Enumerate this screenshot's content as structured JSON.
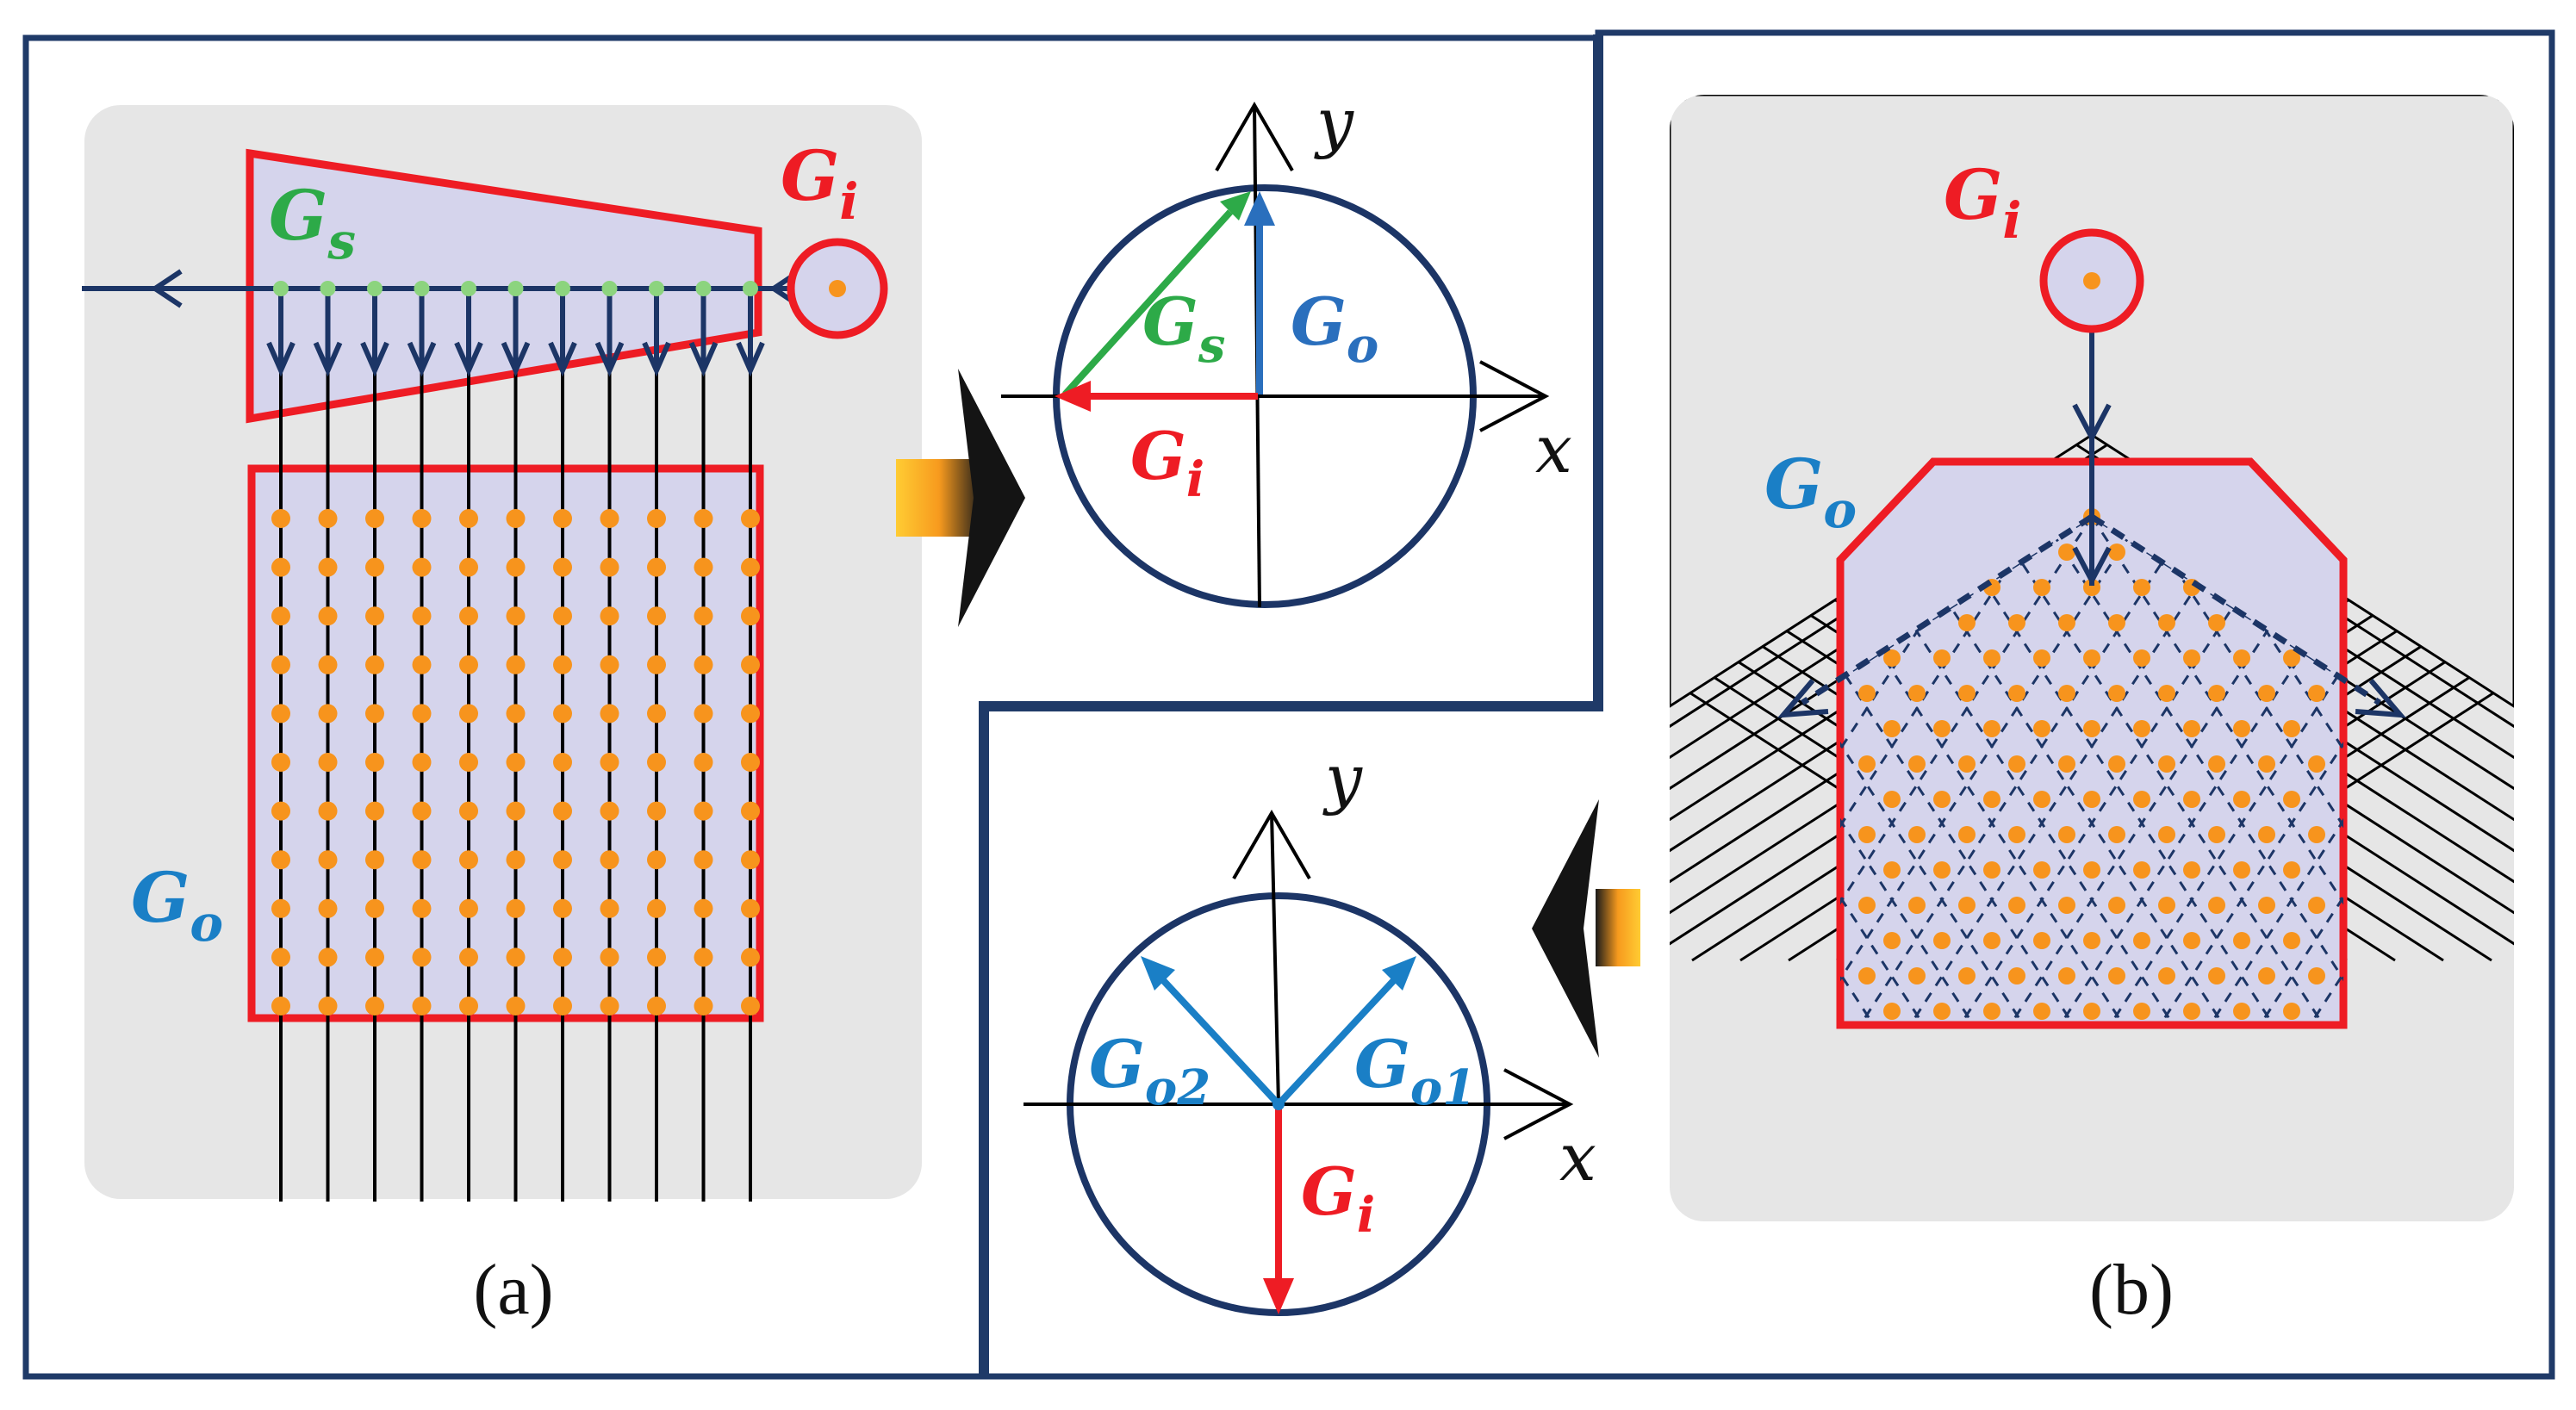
{
  "panel_a": {
    "caption": "(a)",
    "label_gs": {
      "main": "G",
      "sub": "s"
    },
    "label_gi": {
      "main": "G",
      "sub": "i"
    },
    "label_go": {
      "main": "G",
      "sub": "o"
    }
  },
  "panel_b": {
    "caption": "(b)",
    "label_gi": {
      "main": "G",
      "sub": "i"
    },
    "label_go": {
      "main": "G",
      "sub": "o"
    }
  },
  "vector_top": {
    "axis_x": "x",
    "axis_y": "y",
    "label_gs": {
      "main": "G",
      "sub": "s"
    },
    "label_go": {
      "main": "G",
      "sub": "o"
    },
    "label_gi": {
      "main": "G",
      "sub": "i"
    }
  },
  "vector_bottom": {
    "axis_x": "x",
    "axis_y": "y",
    "label_go2": {
      "main": "G",
      "sub": "o2"
    },
    "label_go1": {
      "main": "G",
      "sub": "o1"
    },
    "label_gi": {
      "main": "G",
      "sub": "i"
    }
  },
  "colors": {
    "frame": "#1f3a68",
    "red": "#ee1c24",
    "green": "#2daa48",
    "blue": "#2a6fbd",
    "cyan_blue": "#1a7fc6",
    "navy": "#1c3566",
    "orange_dot": "#f7941d",
    "panel_bg": "#e6e6e6",
    "fill_lavender": "#d5d4ec"
  }
}
